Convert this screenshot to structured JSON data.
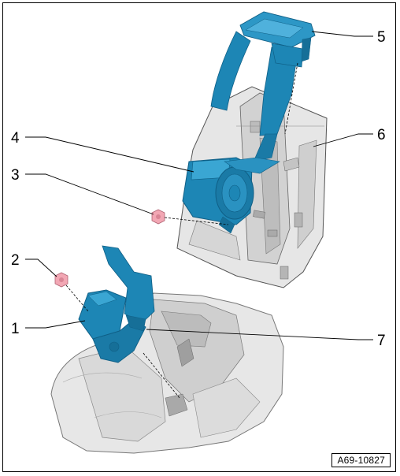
{
  "figure_id": "A69-10827",
  "callouts": [
    {
      "id": "1",
      "label": "1"
    },
    {
      "id": "2",
      "label": "2"
    },
    {
      "id": "3",
      "label": "3"
    },
    {
      "id": "4",
      "label": "4"
    },
    {
      "id": "5",
      "label": "5"
    },
    {
      "id": "6",
      "label": "6"
    },
    {
      "id": "7",
      "label": "7"
    }
  ],
  "colors": {
    "belt": "#1d86b5",
    "belt_dark": "#0f5f86",
    "belt_light": "#3aa6d3",
    "nut": "#f2a7b4",
    "body_light": "#e4e4e4",
    "body_mid": "#c9c9c9",
    "body_dark": "#9a9a9a"
  }
}
